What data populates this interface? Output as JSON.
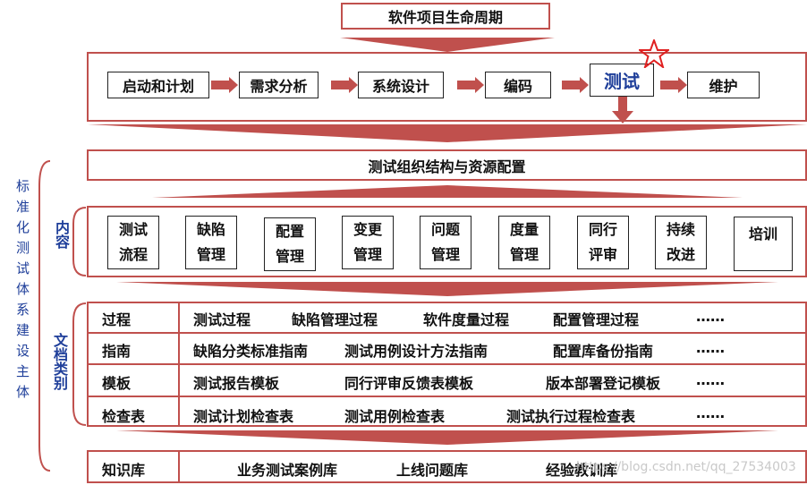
{
  "title": "软件项目生命周期",
  "phases": [
    "启动和计划",
    "需求分析",
    "系统设计",
    "编码",
    "测试",
    "维护"
  ],
  "org": "测试组织结构与资源配置",
  "side_label": "标准化测试体系建设主体",
  "content_label": "内容",
  "docs_label": "文档类别",
  "content_items": [
    [
      "测试",
      "流程"
    ],
    [
      "缺陷",
      "管理"
    ],
    [
      "配置",
      "管理"
    ],
    [
      "变更",
      "管理"
    ],
    [
      "问题",
      "管理"
    ],
    [
      "度量",
      "管理"
    ],
    [
      "同行",
      "评审"
    ],
    [
      "持续",
      "改进"
    ],
    [
      "培训"
    ]
  ],
  "docs": [
    {
      "category": "过程",
      "items": [
        "测试过程",
        "缺陷管理过程",
        "软件度量过程",
        "配置管理过程",
        "……"
      ]
    },
    {
      "category": "指南",
      "items": [
        "缺陷分类标准指南",
        "测试用例设计方法指南",
        "配置库备份指南",
        "……"
      ]
    },
    {
      "category": "模板",
      "items": [
        "测试报告模板",
        "同行评审反馈表模板",
        "版本部署登记模板",
        "……"
      ]
    },
    {
      "category": "检查表",
      "items": [
        "测试计划检查表",
        "测试用例检查表",
        "测试执行过程检查表",
        "……"
      ]
    }
  ],
  "knowledge": {
    "category": "知识库",
    "items": [
      "业务测试案例库",
      "上线问题库",
      "经验教训库"
    ]
  },
  "watermark": "https://blog.csdn.net/qq_27534003",
  "colors": {
    "accent": "#c0504d",
    "highlight_text": "#1f3f9a",
    "star": "#e02020"
  }
}
